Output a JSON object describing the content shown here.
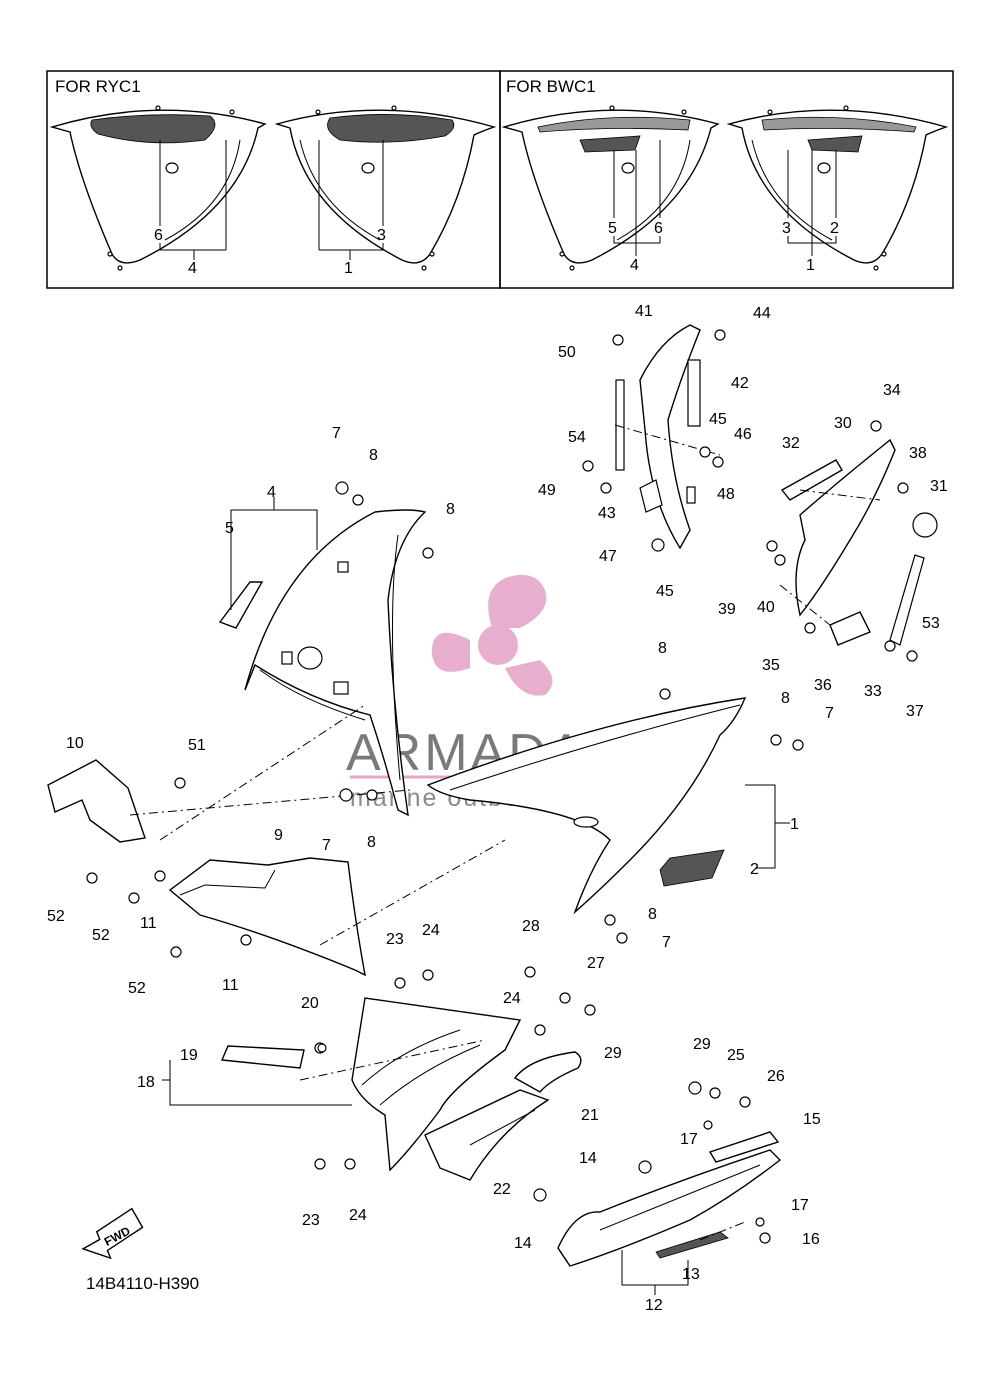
{
  "inset_left": {
    "title": "FOR RYC1",
    "labels": [
      "6",
      "3",
      "4",
      "1"
    ]
  },
  "inset_right": {
    "title": "FOR BWC1",
    "labels": [
      "5",
      "6",
      "3",
      "2",
      "4",
      "1"
    ]
  },
  "callouts": [
    "1",
    "2",
    "4",
    "5",
    "7",
    "7",
    "7",
    "7",
    "8",
    "8",
    "8",
    "8",
    "8",
    "8",
    "9",
    "10",
    "11",
    "11",
    "12",
    "13",
    "14",
    "14",
    "15",
    "16",
    "17",
    "17",
    "18",
    "19",
    "20",
    "21",
    "22",
    "23",
    "23",
    "24",
    "24",
    "24",
    "25",
    "26",
    "27",
    "28",
    "29",
    "29",
    "30",
    "31",
    "32",
    "33",
    "34",
    "35",
    "36",
    "37",
    "38",
    "39",
    "40",
    "41",
    "42",
    "43",
    "44",
    "45",
    "45",
    "46",
    "47",
    "48",
    "49",
    "50",
    "51",
    "52",
    "52",
    "52",
    "53",
    "54"
  ],
  "watermark": {
    "brand": "ARMADA",
    "tagline": "marine outboards",
    "accent_color": "#e6a6c8"
  },
  "diagram_code": "14B4110-H390",
  "fwd_label": "FWD"
}
